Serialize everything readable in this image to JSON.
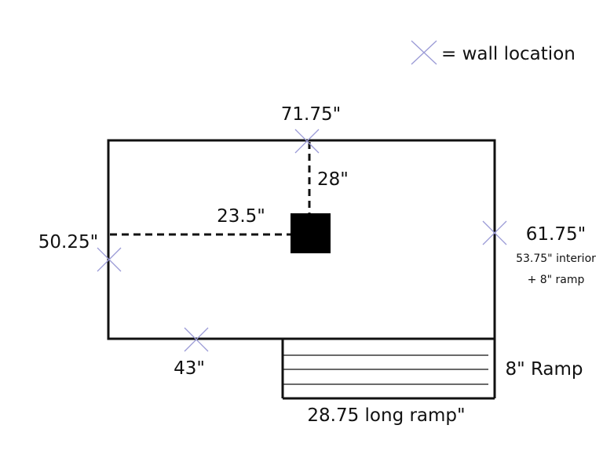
{
  "legend": {
    "text": "= wall location",
    "icon": "x-mark-icon"
  },
  "dimensions": {
    "top_width": "71.75\"",
    "post_to_top": "28\"",
    "post_to_left": "23.5\"",
    "left_height": "50.25\"",
    "right_total": "61.75\"",
    "right_interior": "53.75\" interior",
    "right_ramp": "+ 8\" ramp",
    "bottom_left": "43\"",
    "ramp_depth": "8\" Ramp",
    "ramp_length": "28.75 long ramp\""
  },
  "colors": {
    "outline": "#111111",
    "wall_marker": "#9a9ad6",
    "post": "#000000"
  }
}
